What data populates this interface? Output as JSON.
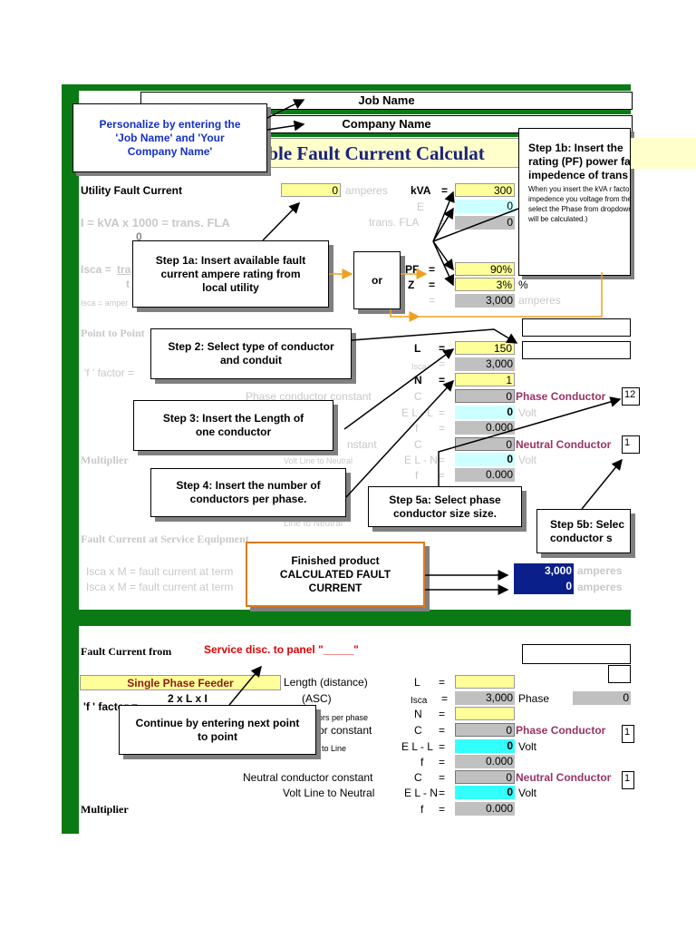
{
  "header": {
    "job_name": "Job Name",
    "company_name": "Company Name",
    "title": "lable Fault Current Calculat",
    "personalize_note": "Personalize by entering the 'Job Name' and 'Your Company Name'"
  },
  "callouts": {
    "step1a": "Step 1a:  Insert available fault current ampere rating from local utility",
    "or": "or",
    "step1b_title": "Step 1b:  Insert the rating (PF) power fa impedence of  trans",
    "step1b_body": "When you insert the kVA r factor and impedence you voltage from the select the Phase from dropdown box will be calculated.)",
    "step2": "Step 2: Select type of conductor and conduit",
    "step3": "Step 3: Insert the Length of one conductor",
    "step4": "Step 4: Insert the number of conductors per phase.",
    "step5a": "Step 5a: Select phase conductor size size.",
    "step5b": "Step 5b: Selec conductor s",
    "finished": "Finished product CALCULATED FAULT CURRENT",
    "continue": "Continue by entering next point to point"
  },
  "section1": {
    "utility_fault_current": "Utility Fault Current",
    "utility_value": "0",
    "amperes": "amperes",
    "formula_fla": "I = kVA x 1000 = trans. FLA",
    "formula_zero": "0",
    "isca_tra": "Isca =",
    "isca_tra2": "tra",
    "isca_t": "t",
    "isca_amper": "Isca = amper",
    "kva_label": "kVA",
    "kva_value": "300",
    "e_label": "E",
    "e_value": "0",
    "trans_fla_label": "trans. FLA",
    "trans_fla_value": "0",
    "pf_label": "PF",
    "pf_value": "90%",
    "z_label": "Z",
    "z_value": "3%",
    "pct": "%",
    "isca_label": "Isca",
    "isca_value": "3,000",
    "isca_unit": "amperes",
    "point_to_point": "Point to Point",
    "f_factor": "'f ' factor =",
    "l_label": "L",
    "l_value": "150",
    "isca2_label": "Isca",
    "isca2_value": "3,000",
    "n_label": "N",
    "n_value": "1",
    "phase_const_label": "Phase conductor constant",
    "c_label": "C",
    "c_value": "0",
    "phase_conductor": "Phase Conductor",
    "phase_conductor_sel": "12",
    "ell_label": "E L - L",
    "ell_value": "0",
    "volt": "Volt",
    "f_label": "f",
    "f_value": "0.000",
    "multiplier": "Multiplier",
    "neutral_const_label": "nstant",
    "c2_value": "0",
    "neutral_conductor": "Neutral Conductor",
    "neutral_conductor_sel": "1",
    "eln_label": "E L - N",
    "eln_value": "0",
    "volt_ln": "Volt Line to Neutral",
    "f2_value": "0.000",
    "line_to_neutral": "Line to Neutral",
    "fault_at_service": "Fault Current at Service Equipment",
    "isca_m1": "Isca  x  M  =  fault current at term",
    "isca_m2": "Isca  x  M  =  fault current at term",
    "result1": "3,000",
    "result2": "0",
    "result_unit": "amperes",
    "equals": "="
  },
  "section2": {
    "fault_from": "Fault Current from",
    "service_disc": "Service disc. to panel \"_____\"",
    "single_phase_feeder": "Single Phase Feeder",
    "formula_2xlxi": "2 x L x I",
    "f_factor": "'f ' factor =",
    "length_distance": "Length (distance)",
    "asc": "(ASC)",
    "l_label": "L",
    "isca_label": "Isca",
    "isca_value": "3,000",
    "phase_label": "Phase",
    "phase_value": "0",
    "n_label": "N",
    "ors_per_phase": "ors per phase",
    "or_constant": "or constant",
    "c_label": "C",
    "c_value": "0",
    "phase_conductor": "Phase Conductor",
    "phase_conductor_sel": "1",
    "to_line": "to Line",
    "ell_label": "E L - L",
    "ell_value": "0",
    "volt": "Volt",
    "f_label": "f",
    "f_value": "0.000",
    "neutral_const": "Neutral conductor constant",
    "c2_value": "0",
    "neutral_conductor": "Neutral Conductor",
    "neutral_conductor_sel": "1",
    "volt_ln": "Volt Line to Neutral",
    "eln_label": "E L - N",
    "eln_value": "0",
    "f2_value": "0.000",
    "multiplier": "Multiplier",
    "equals": "="
  }
}
